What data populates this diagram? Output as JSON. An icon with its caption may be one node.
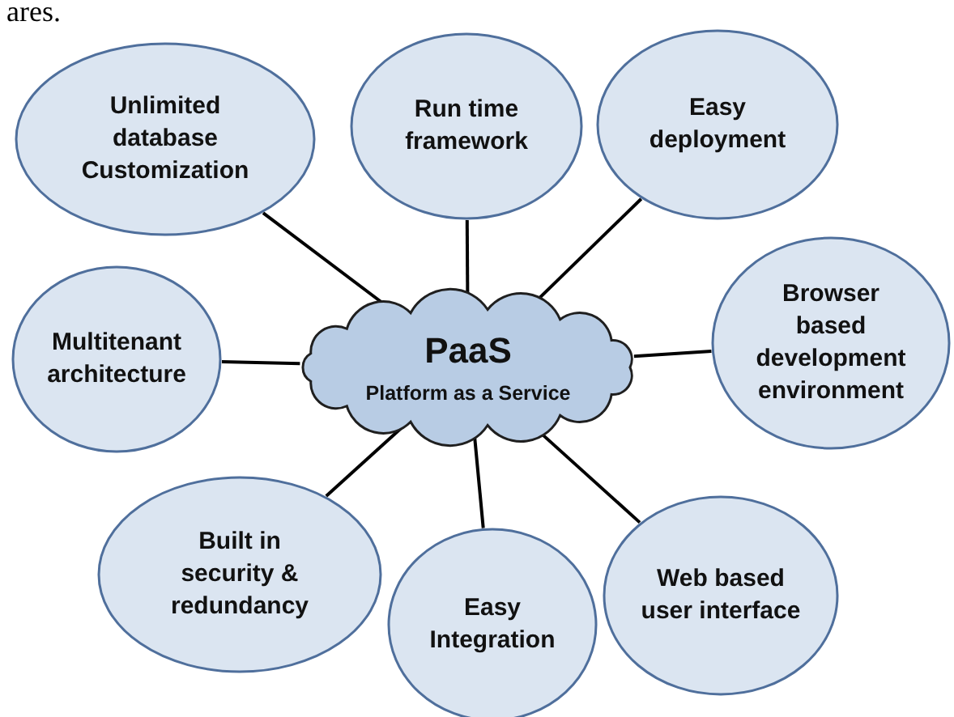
{
  "diagram": {
    "nodes": [
      {
        "text": [
          "Unlimited database Customization"
        ]
      },
      {
        "text": [
          "Run time framework"
        ]
      },
      {
        "text": [
          "Easy deployment"
        ]
      },
      {
        "text": [
          "Browser based development environment"
        ]
      },
      {
        "text": [
          "Multitenant architecture"
        ]
      },
      {
        "text": [
          "PaaS",
          "Platform as a Service"
        ]
      },
      {
        "text": [
          "Built in security & redundancy"
        ]
      },
      {
        "text": [
          "Web based user interface"
        ]
      },
      {
        "text": [
          "Easy Integration"
        ]
      }
    ],
    "edges": [
      {
        "from": 5,
        "to": 0,
        "arrow": "none"
      },
      {
        "from": 5,
        "to": 1,
        "arrow": "none"
      },
      {
        "from": 5,
        "to": 2,
        "arrow": "none"
      },
      {
        "from": 5,
        "to": 3,
        "arrow": "none"
      },
      {
        "from": 5,
        "to": 4,
        "arrow": "none"
      },
      {
        "from": 5,
        "to": 6,
        "arrow": "none"
      },
      {
        "from": 5,
        "to": 7,
        "arrow": "none"
      },
      {
        "from": 5,
        "to": 8,
        "arrow": "none"
      }
    ],
    "labels": [
      "ares."
    ]
  }
}
